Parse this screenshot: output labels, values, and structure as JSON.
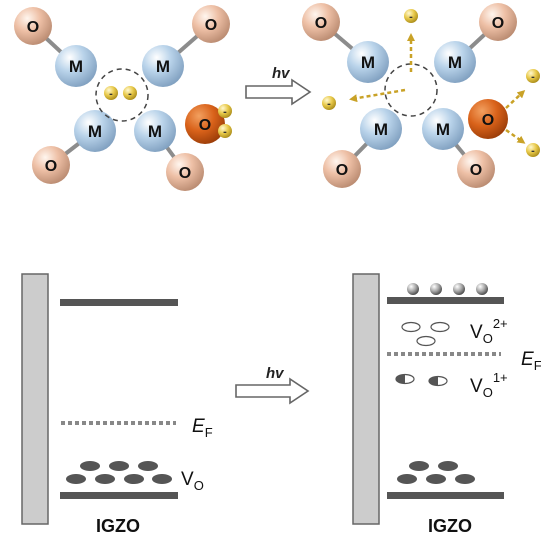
{
  "colors": {
    "metal_fill": "#b9d3ea",
    "oxygen_fill": "#eec0a6",
    "oxygen_excited_fill": "#d9621a",
    "electron_fill": "#e8c94a",
    "arrow_gold": "#c9a227",
    "bond_gray": "#8c8c8c",
    "band_dark": "#555555",
    "slab_fill": "#cccccc"
  },
  "atoms": {
    "metal_label": "M",
    "oxygen_label": "O",
    "electron_sign": "-"
  },
  "light": {
    "label_top": "hv",
    "label_bottom": "hv"
  },
  "band_left": {
    "fermi_label": "E",
    "fermi_sub": "F",
    "vacancy_label": "V",
    "vacancy_sub": "O",
    "material_label": "IGZO"
  },
  "band_right": {
    "v2_label": "V",
    "v2_sub": "O",
    "v2_sup": "2+",
    "v1_label": "V",
    "v1_sub": "O",
    "v1_sup": "1+",
    "fermi_label": "E",
    "fermi_sub": "F",
    "material_label": "IGZO"
  }
}
